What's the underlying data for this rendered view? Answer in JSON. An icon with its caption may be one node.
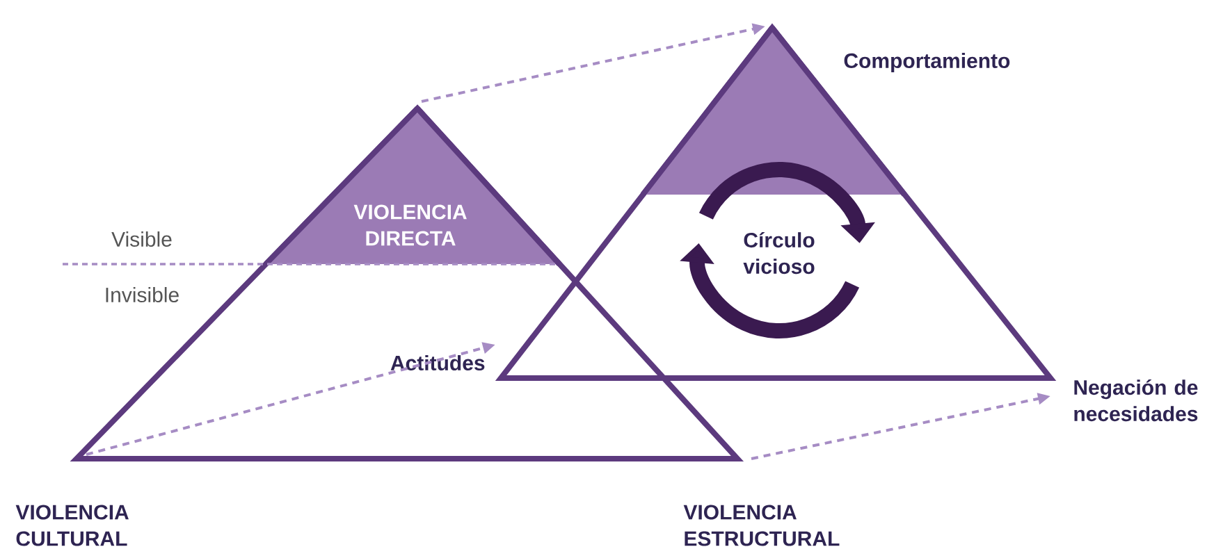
{
  "diagram": {
    "nodes": [
      {
        "text": [
          "VIOLENCIA DIRECTA"
        ]
      },
      {
        "text": [
          "VIOLENCIA CULTURAL"
        ]
      },
      {
        "text": [
          "VIOLENCIA ESTRUCTURAL"
        ]
      },
      {
        "text": [
          "Comportamiento"
        ]
      },
      {
        "text": [
          "Actitudes"
        ]
      },
      {
        "text": [
          "Negación de necesidades"
        ]
      }
    ],
    "edges": [
      {
        "from": 0,
        "to": 3,
        "arrow": "to",
        "style": "dashed"
      },
      {
        "from": 1,
        "to": 4,
        "arrow": "to",
        "style": "dashed"
      },
      {
        "from": 2,
        "to": 5,
        "arrow": "to",
        "style": "dashed"
      }
    ],
    "labels": [
      "Visible",
      "Invisible",
      "Círculo vicioso"
    ]
  }
}
